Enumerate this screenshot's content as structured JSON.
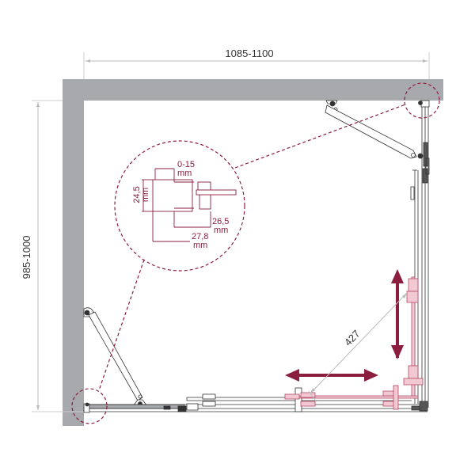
{
  "diagram": {
    "type": "shower-enclosure-plan",
    "colors": {
      "wall": "#a7a9ac",
      "accent": "#8b1e3f",
      "line": "#333333",
      "dim_line": "#bbbbbb",
      "highlight_fill": "#f2c9d3"
    },
    "dimensions": {
      "width_label": "1085-1100",
      "height_label": "985-1000",
      "diagonal_label": "427"
    },
    "detail": {
      "callout_top": "0-15",
      "callout_top_unit": "mm",
      "callout_left": "24,5",
      "callout_left_unit": "mm",
      "callout_right": "26,5",
      "callout_right_unit": "mm",
      "callout_bottom": "27,8",
      "callout_bottom_unit": "mm"
    },
    "arrows": {
      "horizontal": "slide-direction-horizontal",
      "vertical": "slide-direction-vertical"
    }
  }
}
